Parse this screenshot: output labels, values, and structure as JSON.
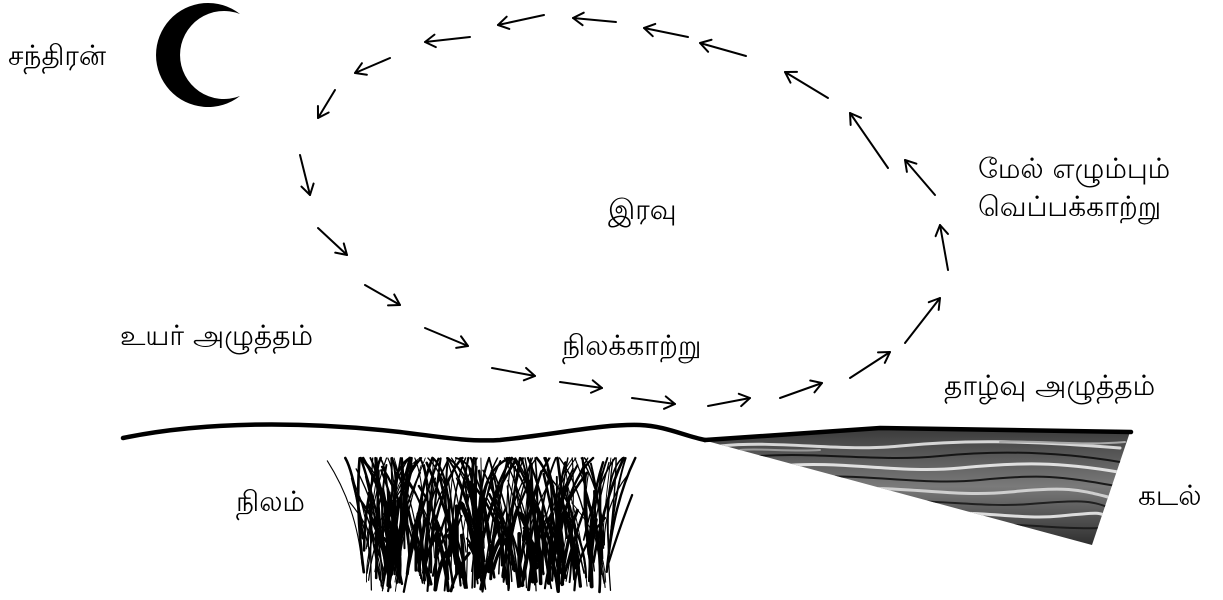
{
  "labels": {
    "moon": "சந்திரன்",
    "night": "இரவு",
    "rising_line1": "மேல் எழும்பும்",
    "rising_line2": "வெப்பக்காற்று",
    "high_pressure": "உயர் அழுத்தம்",
    "land_breeze": "நிலக்காற்று",
    "low_pressure": "தாழ்வு அழுத்தம்",
    "land": "நிலம்",
    "sea": "கடல்"
  },
  "colors": {
    "ink": "#000000",
    "background": "#ffffff",
    "sea_dark": "#2a2a2a",
    "sea_light": "#bdbdbd"
  },
  "icons": {
    "moon": "crescent-moon-icon",
    "grass": "grass-tuft-icon",
    "arrow": "arrow-icon"
  }
}
